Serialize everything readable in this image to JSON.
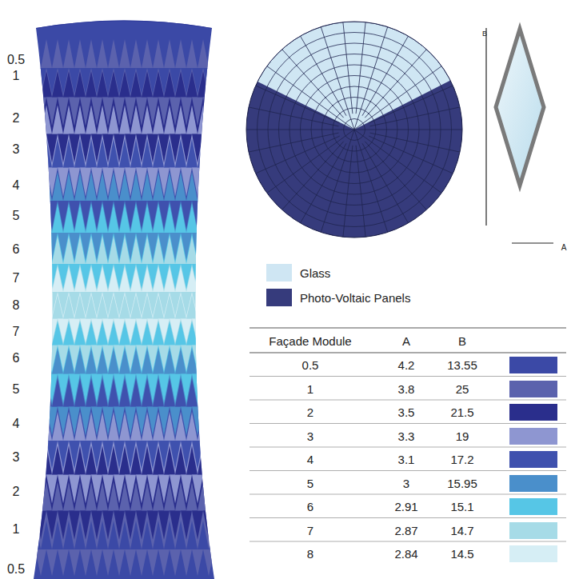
{
  "diagram": {
    "labels": [
      "0.5",
      "1",
      "2",
      "3",
      "4",
      "5",
      "6",
      "7",
      "8",
      "7",
      "6",
      "5",
      "4",
      "3",
      "2",
      "1",
      "0.5",
      "B",
      "A",
      "Façade Module",
      "A",
      "B",
      "0.5",
      "4.2",
      "13.55",
      "1",
      "3.8",
      "25",
      "2",
      "3.5",
      "21.5",
      "3",
      "3.3",
      "19",
      "4",
      "3.1",
      "17.2",
      "5",
      "3",
      "15.95",
      "6",
      "2.91",
      "15.1",
      "7",
      "2.87",
      "14.7",
      "8",
      "2.84",
      "14.5"
    ],
    "legend": [
      {
        "text": "Glass",
        "color": "#cfe6f3"
      },
      {
        "text": "Photo-Voltaic Panels",
        "color": "#363b7c"
      }
    ]
  }
}
